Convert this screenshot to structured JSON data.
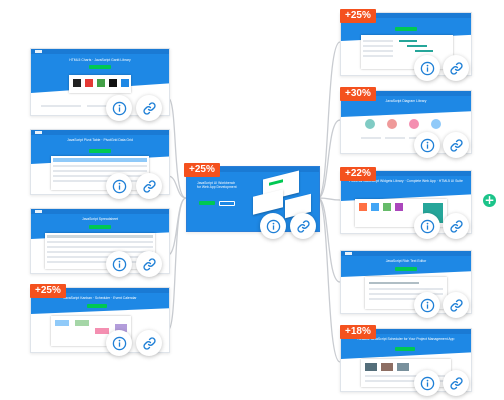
{
  "colors": {
    "accent": "#1e88e5",
    "badge": "#f4511e",
    "connector": "#c9ccd1",
    "icon": "#1e7fd6",
    "cta": "#00c853",
    "add": "#1cc48a"
  },
  "icons": {
    "info": "info-icon",
    "link": "link-icon",
    "add": "plus-icon"
  },
  "center": {
    "badge": "+25%",
    "title_line1": "JavaScript UI Workbench",
    "title_line2": "for Web App Development"
  },
  "left_cards": [
    {
      "badge": "",
      "title": "HTML5 Charts · JavaScript Gantt Library"
    },
    {
      "badge": "",
      "title": "JavaScript Pivot Table · PivotGrid Data Grid"
    },
    {
      "badge": "",
      "title": "JavaScript Spreadsheet"
    },
    {
      "badge": "+25%",
      "title": "JavaScript Kanban · Scheduler · Event Calendar"
    }
  ],
  "right_cards": [
    {
      "badge": "+25%",
      "title": "",
      "plus": false
    },
    {
      "badge": "+30%",
      "title": "JavaScript Diagram Library",
      "plus": false
    },
    {
      "badge": "+22%",
      "title": "Powerful JavaScript Widgets Library · Complete Web App · HTML5 UI Suite",
      "plus": true
    },
    {
      "badge": "",
      "title": "JavaScript Rich Text Editor",
      "plus": false
    },
    {
      "badge": "+18%",
      "title": "Reliable JavaScript Scheduler for Your Project Management App",
      "plus": false
    }
  ]
}
